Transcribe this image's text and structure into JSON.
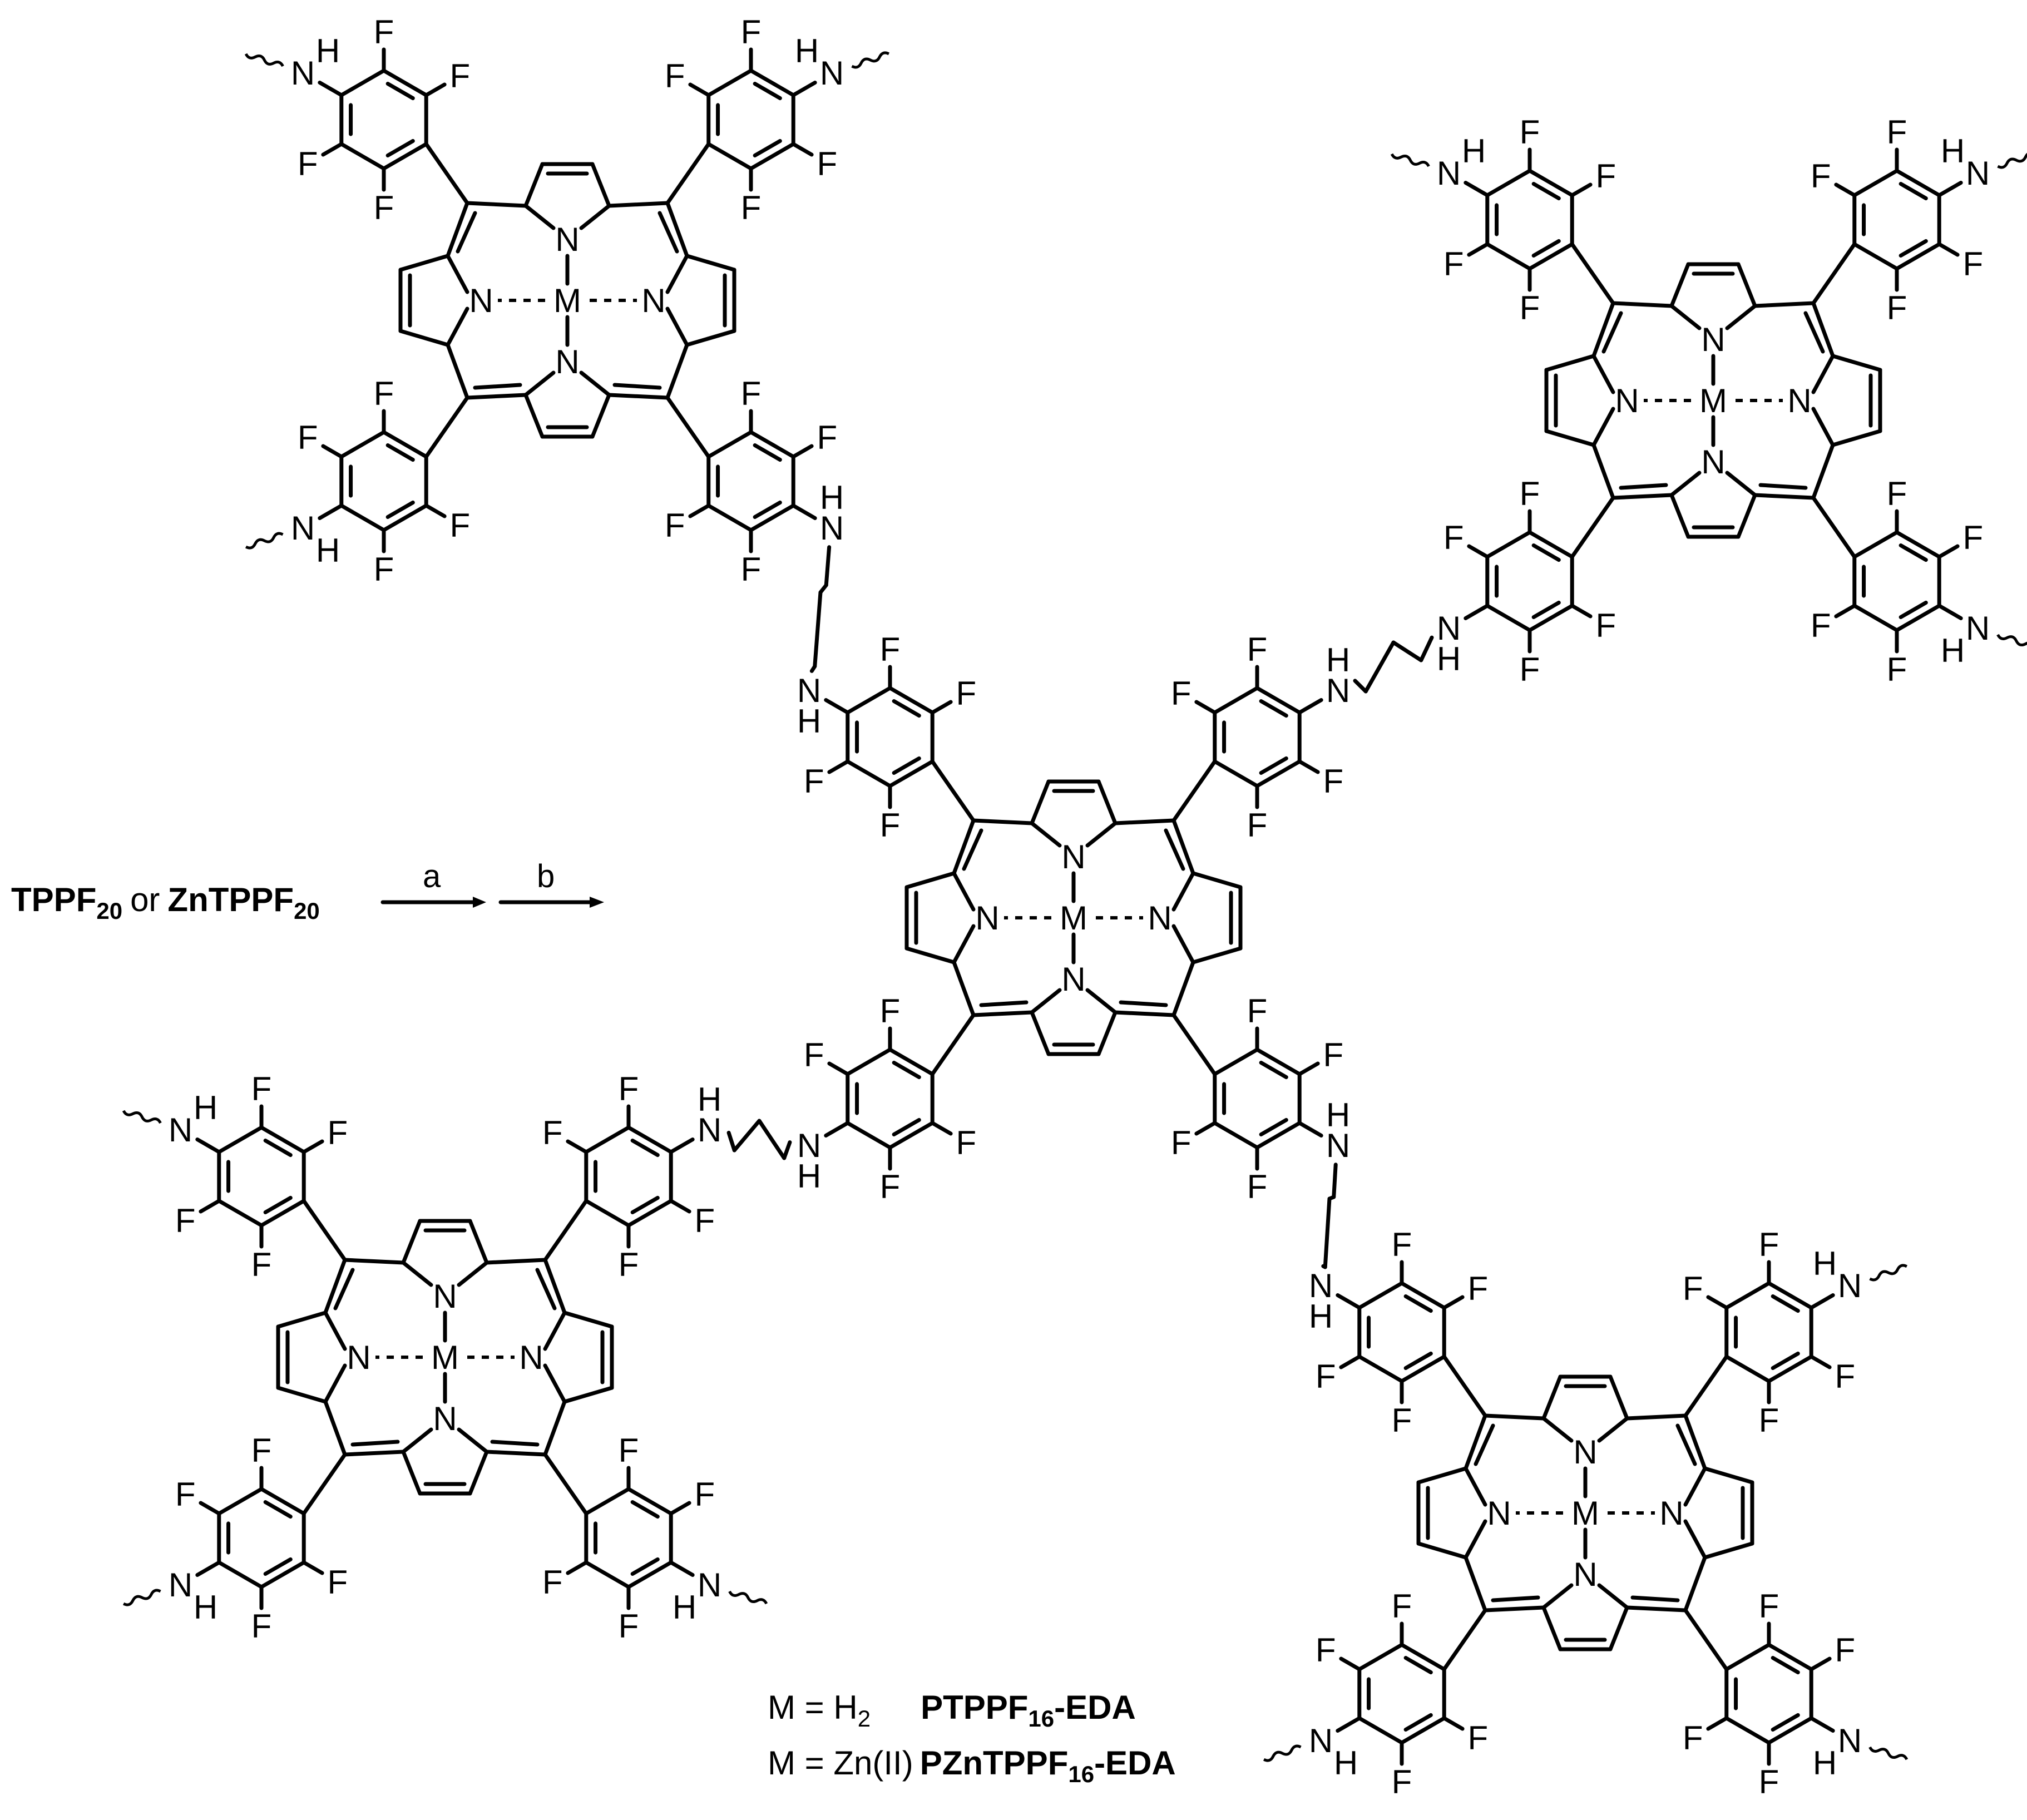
{
  "atoms": {
    "F": "F",
    "N": "N",
    "M": "M",
    "H": "H"
  },
  "reaction": {
    "reactant_1": "TPPF",
    "reactant_1_sub": "20",
    "conjunction": "or",
    "reactant_2": "ZnTPPF",
    "reactant_2_sub": "20",
    "step_a": "a",
    "step_b": "b"
  },
  "legend": {
    "line1_prefix": "M = H",
    "line1_sub": "2",
    "line1_name": "PTPPF",
    "line1_name_sub": "16",
    "line1_name_suffix": "-EDA",
    "line2_prefix": "M = Zn(II)",
    "line2_name": "PZnTPPF",
    "line2_name_sub": "16",
    "line2_name_suffix": "-EDA"
  }
}
